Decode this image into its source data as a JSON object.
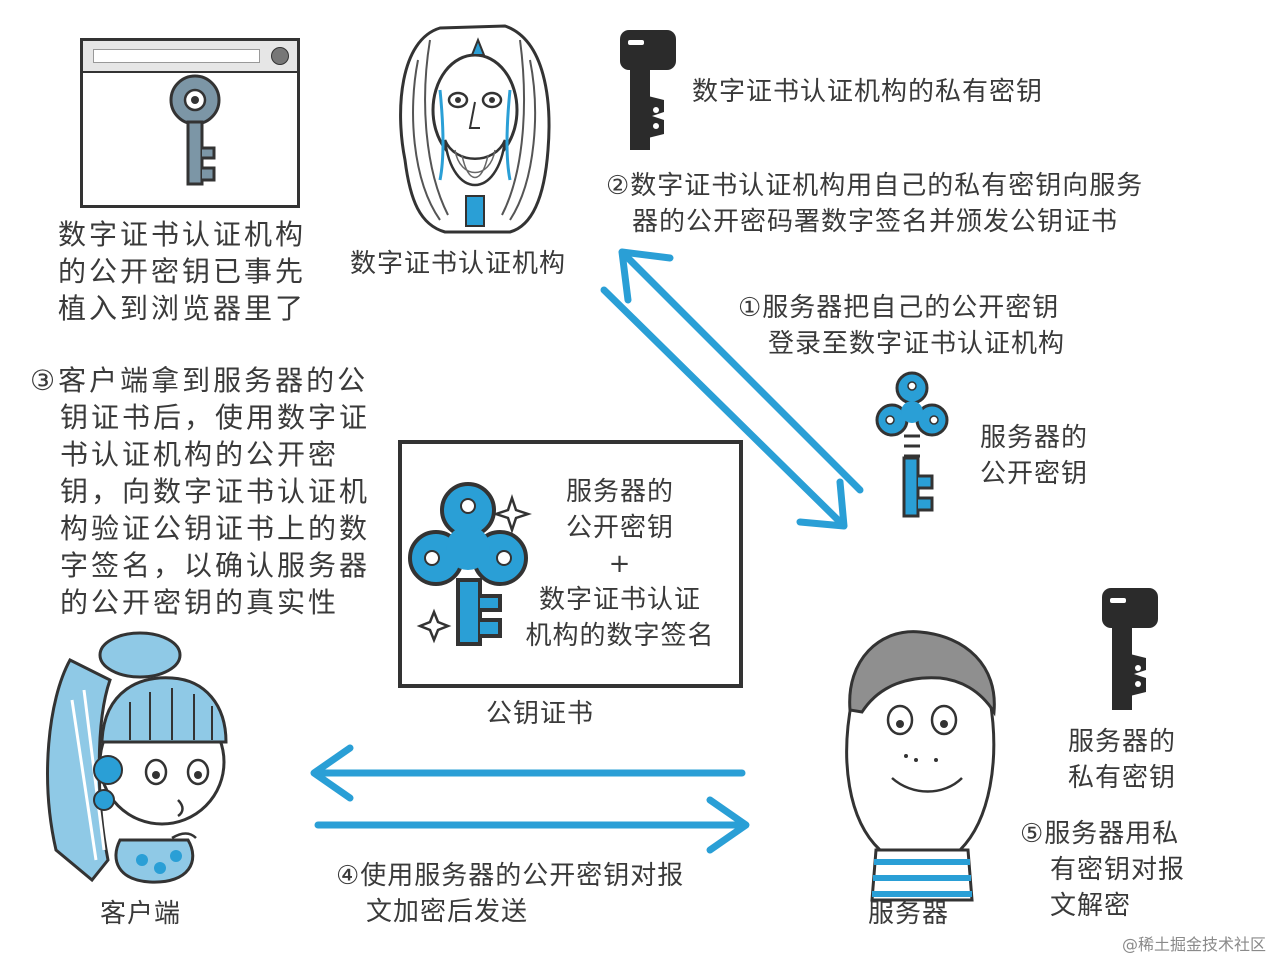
{
  "labels": {
    "ca_name": "数字证书认证机构",
    "ca_private_key": "数字证书认证机构的私有密钥",
    "ca_public_key_note": [
      "数字证书认证机构",
      "的公开密钥已事先",
      "植入到浏览器里了"
    ],
    "step2": [
      "②数字证书认证机构用自己的私有密钥向服务",
      "器的公开密码署数字签名并颁发公钥证书"
    ],
    "step1": [
      "①服务器把自己的公开密钥",
      "登录至数字证书认证机构"
    ],
    "server_public_key": [
      "服务器的",
      "公开密钥"
    ],
    "step3": [
      "③客户端拿到服务器的公",
      "钥证书后，使用数字证",
      "书认证机构的公开密",
      "钥，向数字证书认证机",
      "构验证公钥证书上的数",
      "字签名，以确认服务器",
      "的公开密钥的真实性"
    ],
    "certificate_content": [
      "服务器的",
      "公开密钥",
      "+",
      "数字证书认证",
      "机构的数字签名"
    ],
    "certificate_caption": "公钥证书",
    "server_private_key": [
      "服务器的",
      "私有密钥"
    ],
    "step4": [
      "④使用服务器的公开密钥对报",
      "文加密后发送"
    ],
    "step5": [
      "⑤服务器用私",
      "有密钥对报",
      "文解密"
    ],
    "client": "客户端",
    "server": "服务器",
    "watermark": "@稀土掘金技术社区"
  },
  "colors": {
    "accent_blue": "#2a9fd6",
    "ink": "#333333",
    "private_key": "#2b2b2b",
    "ca_key": "#7c96a6"
  },
  "icons": [
    "browser-window-icon",
    "ca-key-icon",
    "wizard-icon",
    "private-key-icon",
    "public-key-icon",
    "girl-icon",
    "boy-icon"
  ]
}
